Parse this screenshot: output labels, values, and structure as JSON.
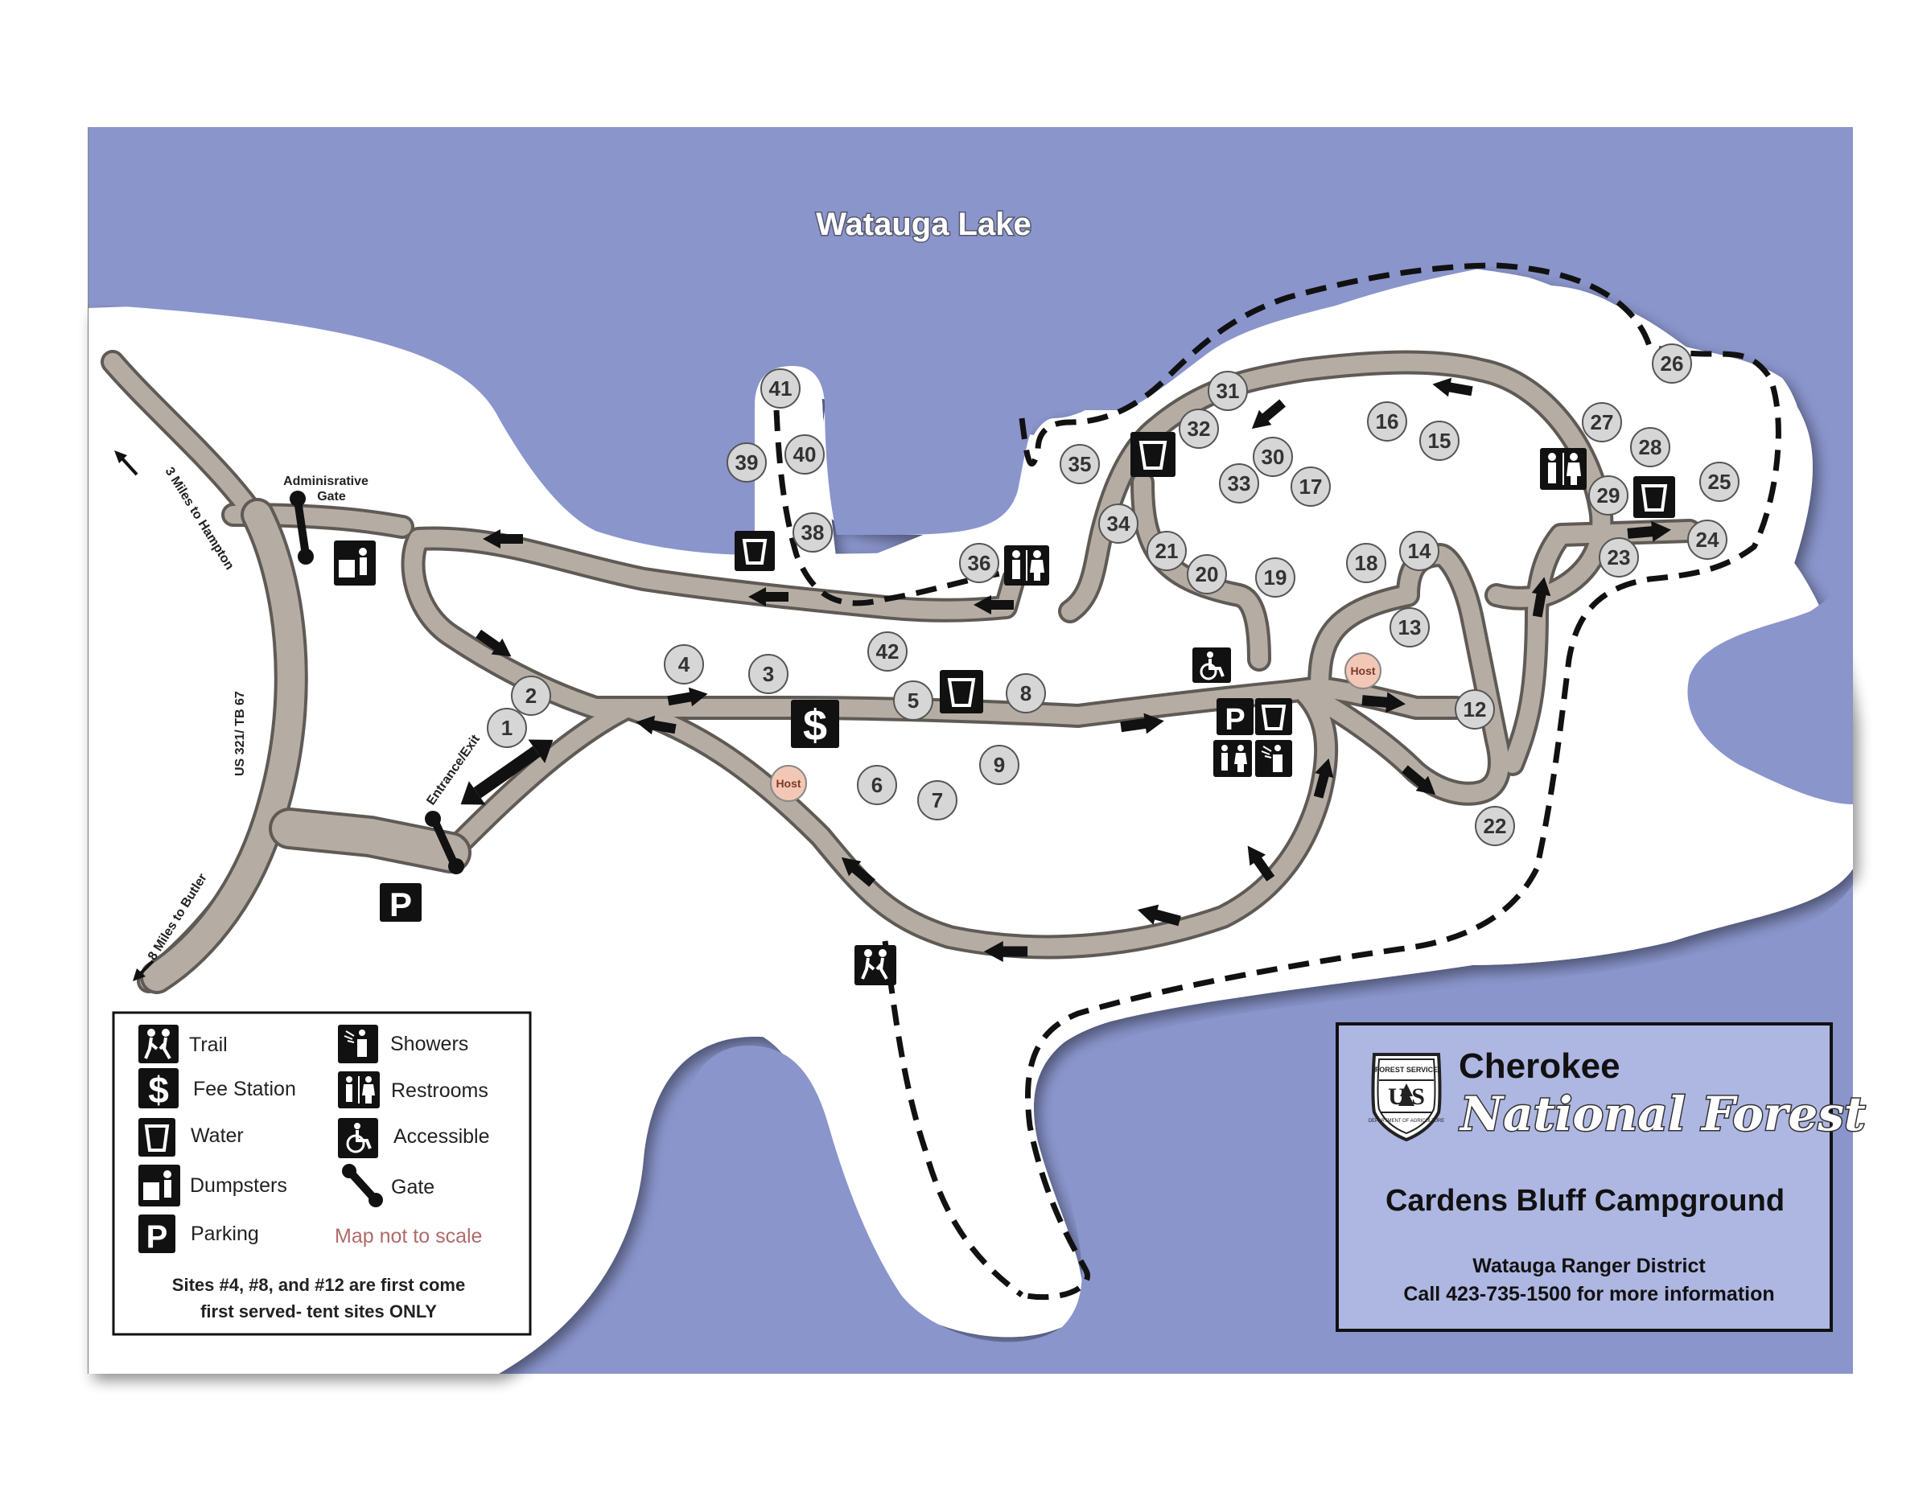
{
  "map": {
    "lake_name": "Watauga Lake",
    "road_name": "US 321/ TB 67",
    "dir_hampton": "3 Miles to Hampton",
    "dir_butler": "8 Miles to Butler",
    "admin_gate_line1": "Adminisrative",
    "admin_gate_line2": "Gate",
    "entrance_label": "Entrance/Exit",
    "host_label": "Host",
    "sites": [
      "1",
      "2",
      "3",
      "4",
      "5",
      "6",
      "7",
      "8",
      "9",
      "12",
      "13",
      "14",
      "15",
      "16",
      "17",
      "18",
      "19",
      "20",
      "21",
      "22",
      "23",
      "24",
      "25",
      "26",
      "27",
      "28",
      "29",
      "30",
      "31",
      "32",
      "33",
      "34",
      "35",
      "36",
      "38",
      "39",
      "40",
      "41",
      "42"
    ],
    "colors": {
      "water": "#8a95cc",
      "land": "#ffffff",
      "road": "#b5ada4",
      "road_edge": "#5f5a55",
      "trail": "#111111",
      "site_fill": "#d6d6d6",
      "host_fill": "#f3c7b6"
    }
  },
  "legend": {
    "items": [
      {
        "label": "Trail",
        "icon": "trail-icon"
      },
      {
        "label": "Showers",
        "icon": "shower-icon"
      },
      {
        "label": "Fee Station",
        "icon": "fee-icon"
      },
      {
        "label": "Restrooms",
        "icon": "restroom-icon"
      },
      {
        "label": "Water",
        "icon": "water-icon"
      },
      {
        "label": "Accessible",
        "icon": "accessible-icon"
      },
      {
        "label": "Dumpsters",
        "icon": "dumpster-icon"
      },
      {
        "label": "Gate",
        "icon": "gate-icon"
      },
      {
        "label": "Parking",
        "icon": "parking-icon"
      }
    ],
    "note": "Map not to scale",
    "footnote_line1": "Sites #4, #8, and #12 are first come",
    "footnote_line2": "first served- tent sites ONLY"
  },
  "title_block": {
    "agency_line1": "Cherokee",
    "agency_line2": "National Forest",
    "campground": "Cardens Bluff Campground",
    "district": "Watauga Ranger District",
    "contact": "Call 423-735-1500 for more information",
    "badge_top": "FOREST SERVICE",
    "badge_mid": "U S",
    "badge_bottom": "DEPARTMENT OF AGRICULTURE"
  }
}
